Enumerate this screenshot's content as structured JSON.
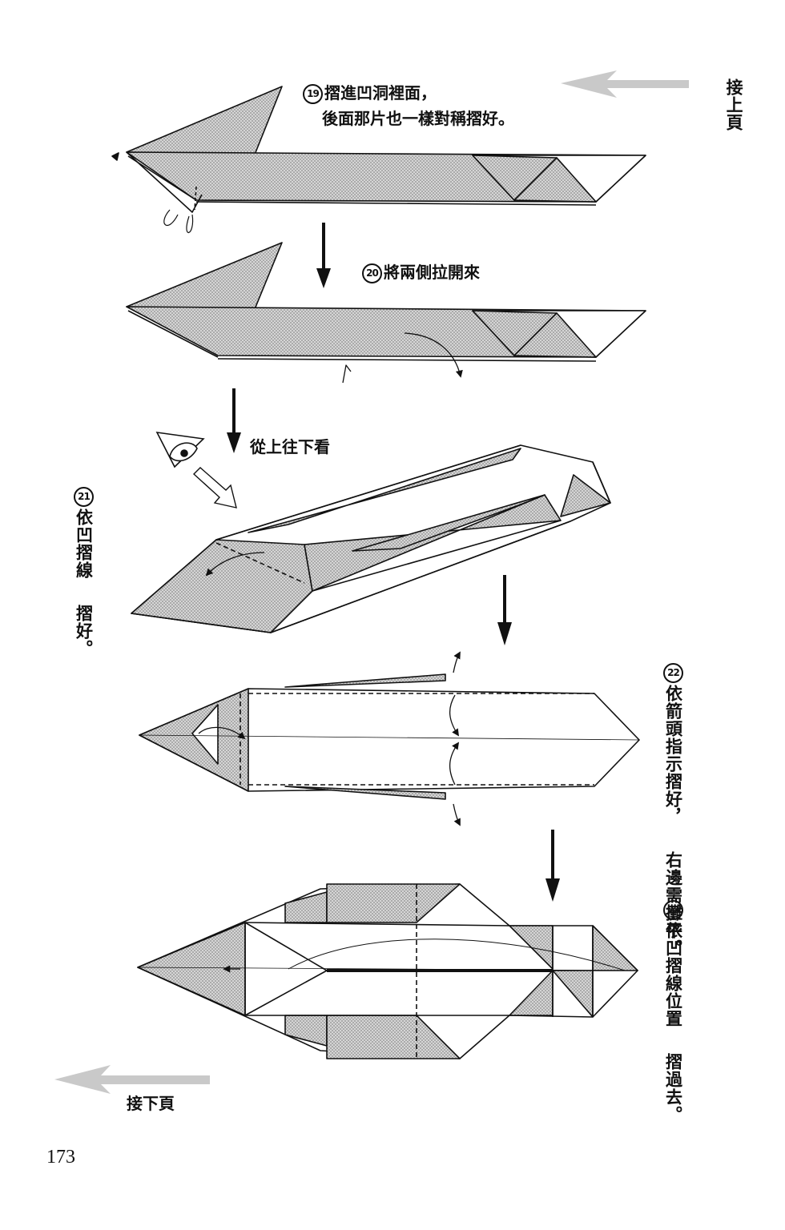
{
  "nav": {
    "continue_from_prev": "接上頁",
    "continue_next": "接下頁"
  },
  "steps": [
    {
      "number": "19",
      "line1": "摺進凹洞裡面，",
      "line2": "後面那片也一樣對稱摺好。"
    },
    {
      "number": "20",
      "text": "將兩側拉開來"
    },
    {
      "number": "21",
      "col1": "依凹摺線",
      "col2": "摺好。"
    },
    {
      "number": "22",
      "col1": "依箭頭指示摺好，",
      "col2": "右邊需攤平。"
    },
    {
      "number": "23",
      "col1": "依凹摺線位置",
      "col2": "摺過去。"
    }
  ],
  "view_note": "從上往下看",
  "page_number": "173",
  "colors": {
    "ink": "#111111",
    "shade": "#c8c8c8",
    "arrow_gray": "#bdbdbd"
  }
}
